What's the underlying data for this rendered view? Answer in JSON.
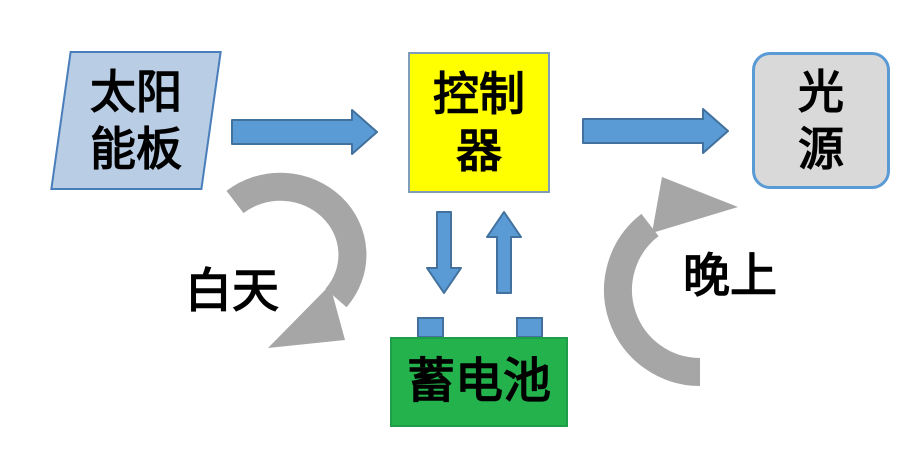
{
  "diagram": {
    "description": "solar-power-lighting-flow-diagram",
    "nodes": {
      "solar_panel": {
        "label": "太阳能板",
        "lines": [
          "太阳",
          "能板"
        ],
        "shape": "parallelogram",
        "fill": "#b9cde4",
        "border": "#4a7ebb"
      },
      "controller": {
        "label": "控制器",
        "lines": [
          "控制",
          "器"
        ],
        "shape": "rectangle",
        "fill": "#ffff00",
        "border": "#7f9db9"
      },
      "light_source": {
        "label": "光源",
        "lines": [
          "光",
          "源"
        ],
        "shape": "rounded-rectangle",
        "fill": "#d9d9d9",
        "border": "#5b9bd5"
      },
      "battery": {
        "label": "蓄电池",
        "lines": [
          "蓄电池"
        ],
        "shape": "rectangle-with-terminals",
        "fill": "#24b24c",
        "border": "#1f9e4a"
      }
    },
    "annotations": {
      "daytime": {
        "label": "白天"
      },
      "night": {
        "label": "晚上"
      }
    },
    "edges": [
      {
        "from": "solar_panel",
        "to": "controller",
        "style": "straight-blue-arrow"
      },
      {
        "from": "controller",
        "to": "light_source",
        "style": "straight-blue-arrow"
      },
      {
        "from": "controller",
        "to": "battery",
        "style": "straight-blue-arrow"
      },
      {
        "from": "battery",
        "to": "controller",
        "style": "straight-blue-arrow"
      },
      {
        "from": "solar_panel",
        "to": "battery",
        "style": "curved-gray-arrow",
        "label": "白天"
      },
      {
        "from": "battery",
        "to": "light_source",
        "style": "curved-gray-arrow",
        "label": "晚上"
      }
    ],
    "colors": {
      "arrow_blue": "#5b9bd5",
      "arrow_blue_border": "#41719c",
      "arrow_gray": "#a6a6a6",
      "text": "#000000",
      "background": "#ffffff"
    }
  }
}
